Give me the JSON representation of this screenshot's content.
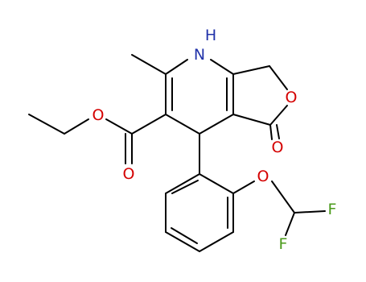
{
  "colors": {
    "bond": "#000000",
    "oxygen": "#d40000",
    "nitrogen": "#2233aa",
    "fluorine": "#4a9a1a"
  },
  "labels": {
    "n1": "H",
    "n1b": "N",
    "o_ring": "O",
    "o_carbonyl": "O",
    "o_ester_single": "O",
    "o_ester_carbonyl": "O",
    "o_ether": "O",
    "f1": "F",
    "f2": "F"
  }
}
